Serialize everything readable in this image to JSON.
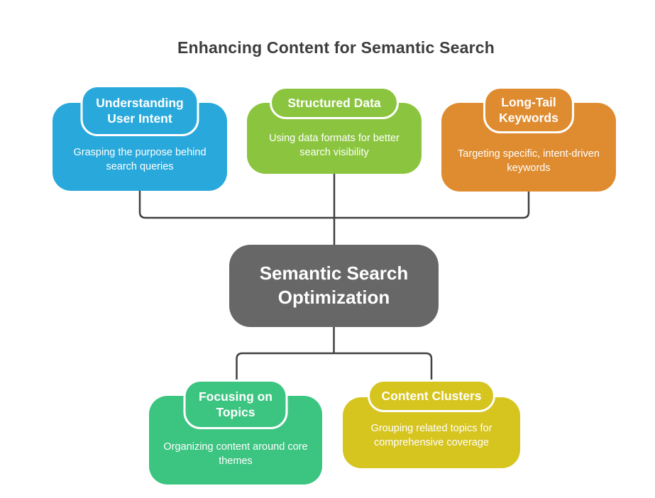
{
  "title": "Enhancing Content for Semantic Search",
  "connector_color": "#404040",
  "center_node": {
    "label": "Semantic Search Optimization",
    "color": "#676767"
  },
  "top_nodes": [
    {
      "title": "Understanding User Intent",
      "description": "Grasping the purpose behind search queries",
      "color": "#29A9DB"
    },
    {
      "title": "Structured Data",
      "description": "Using data formats for better search visibility",
      "color": "#8BC53F"
    },
    {
      "title": "Long-Tail Keywords",
      "description": "Targeting specific, intent-driven keywords",
      "color": "#DF8C30"
    }
  ],
  "bottom_nodes": [
    {
      "title": "Focusing on Topics",
      "description": "Organizing content around core themes",
      "color": "#3CC481"
    },
    {
      "title": "Content Clusters",
      "description": "Grouping related topics for comprehensive coverage",
      "color": "#D6C41F"
    }
  ]
}
